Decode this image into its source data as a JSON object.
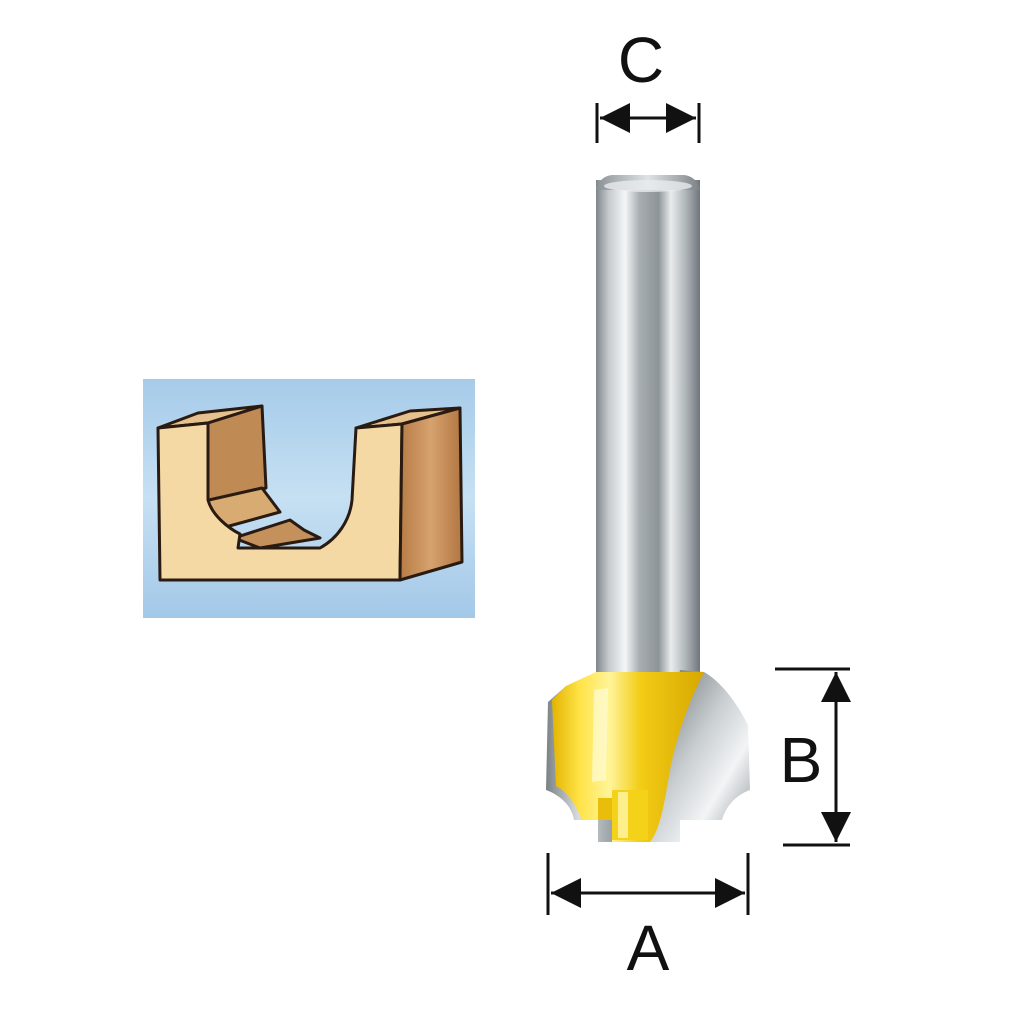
{
  "dimensions": {
    "a_label": "A",
    "b_label": "B",
    "c_label": "C"
  },
  "colors": {
    "background": "#ffffff",
    "cutter_yellow": "#f5d21a",
    "shank_steel": "#9ea4a8",
    "profile_panel_blue": "#aad0ee",
    "wood_face": "#f4d9a4",
    "wood_side": "#c58f5b",
    "outline": "#2a1b12"
  },
  "icons": {
    "router_bit": "router-bit-icon",
    "cut_profile": "wood-profile-icon"
  }
}
